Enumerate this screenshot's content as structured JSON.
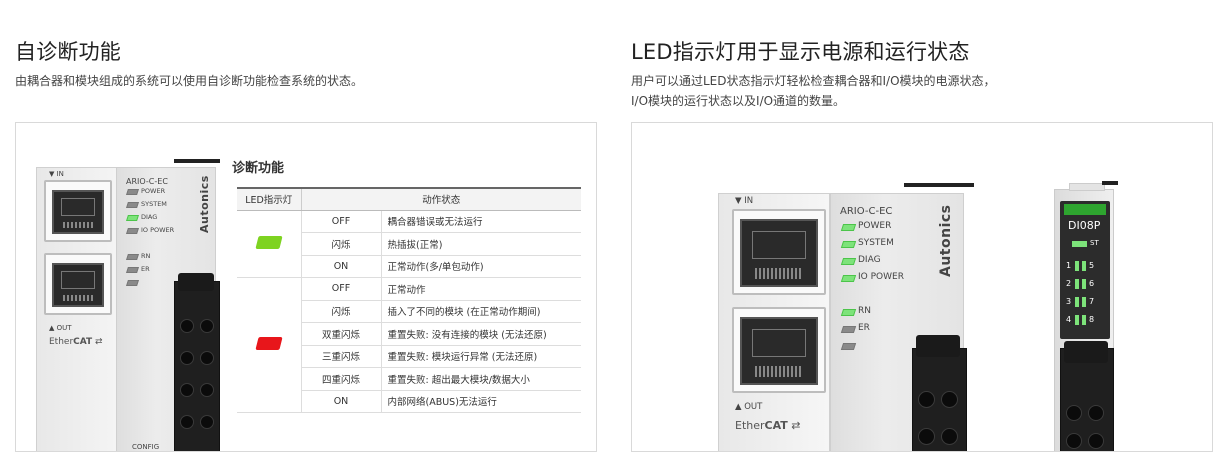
{
  "left": {
    "title": "自诊断功能",
    "desc": "由耦合器和模块组成的系统可以使用自诊断功能检查系统的状态。",
    "panel": {
      "device": {
        "in_label": "▼ IN",
        "out_label": "▲ OUT",
        "model": "ARIO-C-EC",
        "leds": [
          "POWER",
          "SYSTEM",
          "DIAG",
          "IO POWER"
        ],
        "leds2": [
          "RN",
          "ER"
        ],
        "ethercat": "Ether",
        "ethercat2": "CAT",
        "config": "CONFIG",
        "brand": "Autonics"
      },
      "diag_title": "诊断功能",
      "table": {
        "headers": [
          "LED指示灯",
          "动作状态"
        ],
        "green_rows": [
          {
            "state": "OFF",
            "action": "耦合器错误或无法运行"
          },
          {
            "state": "闪烁",
            "action": "热插拔(正常)"
          },
          {
            "state": "ON",
            "action": "正常动作(多/单包动作)"
          }
        ],
        "red_rows": [
          {
            "state": "OFF",
            "action": "正常动作"
          },
          {
            "state": "闪烁",
            "action": "插入了不同的模块 (在正常动作期间)"
          },
          {
            "state": "双重闪烁",
            "action": "重置失败: 没有连接的模块 (无法还原)"
          },
          {
            "state": "三重闪烁",
            "action": "重置失败: 模块运行异常 (无法还原)"
          },
          {
            "state": "四重闪烁",
            "action": "重置失败: 超出最大模块/数据大小"
          },
          {
            "state": "ON",
            "action": "内部网络(ABUS)无法运行"
          }
        ],
        "green_color": "#7ed321",
        "red_color": "#e8161b"
      }
    }
  },
  "right": {
    "title": "LED指示灯用于显示电源和运行状态",
    "desc1": "用户可以通过LED状态指示灯轻松检查耦合器和I/O模块的电源状态，",
    "desc2": "I/O模块的运行状态以及I/O通道的数量。",
    "panel": {
      "device": {
        "in_label": "▼ IN",
        "out_label": "▲ OUT",
        "model": "ARIO-C-EC",
        "leds": [
          "POWER",
          "SYSTEM",
          "DIAG",
          "IO POWER"
        ],
        "leds2": [
          "RN",
          "ER"
        ],
        "ethercat": "Ether",
        "ethercat2": "CAT",
        "brand": "Autonics"
      },
      "module": {
        "name": "DI08P",
        "st": "ST",
        "channels_left": [
          "1",
          "2",
          "3",
          "4"
        ],
        "channels_right": [
          "5",
          "6",
          "7",
          "8"
        ]
      }
    }
  }
}
